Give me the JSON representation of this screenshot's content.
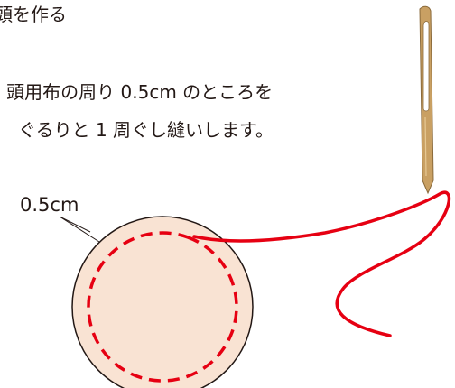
{
  "heading": "頭を作る",
  "instruction": {
    "line1": ") 頭用布の周り 0.5cm のところを",
    "line2": "ぐるりと 1 周ぐし縫いします。"
  },
  "dimension_label": "0.5cm",
  "colors": {
    "fabric_fill": "#F9E3D3",
    "outline": "#231815",
    "thread": "#E60012",
    "needle_gold": "#C9A063"
  },
  "illustration": {
    "fabric": "round-fabric-circle",
    "stitch": "dashed-running-stitch",
    "needle": "sewing-needle-icon",
    "thread": "red-thread"
  }
}
